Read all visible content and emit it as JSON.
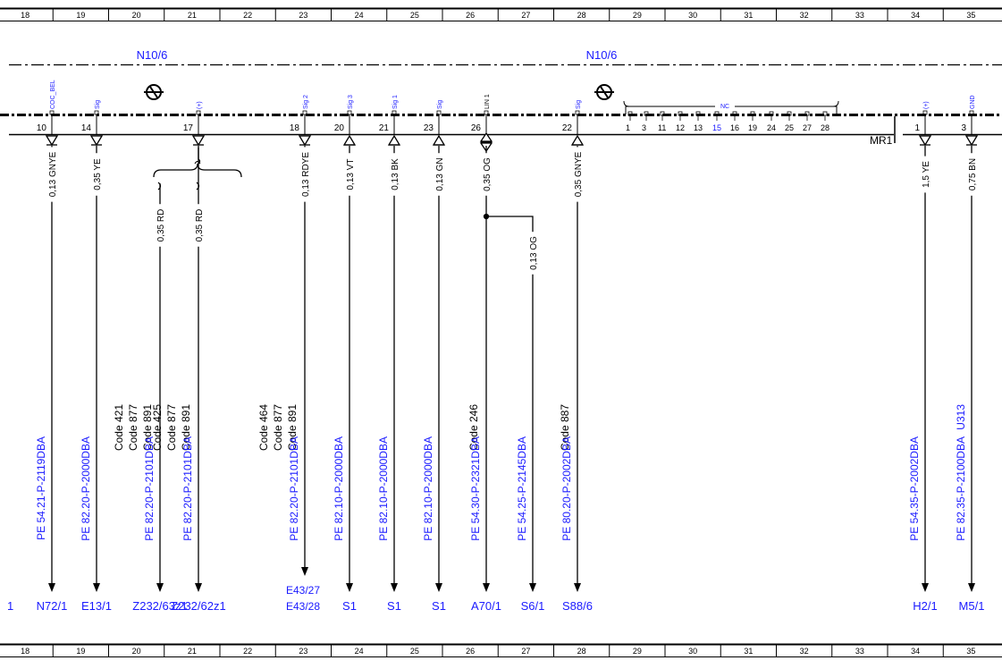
{
  "grid": {
    "columns": [
      "18",
      "19",
      "20",
      "21",
      "22",
      "23",
      "24",
      "25",
      "26",
      "27",
      "28",
      "29",
      "30",
      "31",
      "32",
      "33",
      "34",
      "35"
    ]
  },
  "connector": {
    "left_label": "N10/6",
    "right_label": "N10/6",
    "edge_mark": "MR1",
    "nc_label": "NC",
    "nc_pins": [
      "1",
      "3",
      "11",
      "12",
      "13",
      "15",
      "16",
      "19",
      "24",
      "25",
      "27",
      "28"
    ],
    "nc_highlight": "15"
  },
  "wires": [
    {
      "pin": "10",
      "signal": "COC_BEL",
      "signal_color": "blue",
      "dir": "in",
      "spec": "0,13 GNYE",
      "codes": [],
      "ref": "PE 54.21-P-2119DBA",
      "dest": [
        "N72/1"
      ]
    },
    {
      "pin": "14",
      "signal": "Sig",
      "signal_color": "blue",
      "dir": "in",
      "spec": "0,35 YE",
      "codes": [],
      "ref": "PE 82.20-P-2000DBA",
      "dest": [
        "E13/1"
      ]
    },
    {
      "pin": "",
      "signal": "",
      "signal_color": "blue",
      "dir": "none",
      "spec": "0,35 RD",
      "codes": [
        "Code 421",
        "Code 877",
        "Code 891"
      ],
      "ref": "PE 82.20-P-2101DBA",
      "dest": [
        "Z232/63z1"
      ]
    },
    {
      "pin": "17",
      "signal": "(+)",
      "signal_color": "blue",
      "dir": "in",
      "spec": "0,35 RD",
      "codes": [
        "Code 425",
        "Code 877",
        "Code 891"
      ],
      "ref": "PE 82.20-P-2101DBA",
      "dest": [
        "Z232/62z1"
      ]
    },
    {
      "pin": "18",
      "signal": "Sig 2",
      "signal_color": "blue",
      "dir": "in",
      "spec": "0,13 RDYE",
      "codes": [
        "Code 464",
        "Code 877",
        "Code 891"
      ],
      "ref": "PE 82.20-P-2101DBA",
      "dest": [
        "E43/27",
        "E43/28"
      ]
    },
    {
      "pin": "20",
      "signal": "Sig 3",
      "signal_color": "blue",
      "dir": "out",
      "spec": "0,13 VT",
      "codes": [],
      "ref": "PE 82.10-P-2000DBA",
      "dest": [
        "S1"
      ]
    },
    {
      "pin": "21",
      "signal": "Sig 1",
      "signal_color": "blue",
      "dir": "out",
      "spec": "0,13 BK",
      "codes": [],
      "ref": "PE 82.10-P-2000DBA",
      "dest": [
        "S1"
      ]
    },
    {
      "pin": "23",
      "signal": "Sig",
      "signal_color": "blue",
      "dir": "out",
      "spec": "0,13 GN",
      "codes": [],
      "ref": "PE 82.10-P-2000DBA",
      "dest": [
        "S1"
      ]
    },
    {
      "pin": "26",
      "signal": "LIN 1",
      "signal_color": "black",
      "dir": "both",
      "spec": "0,35 OG",
      "codes": [
        "Code 246"
      ],
      "ref": "PE 54.30-P-2321DBA",
      "dest": [
        "A70/1"
      ]
    },
    {
      "pin": "",
      "signal": "",
      "signal_color": "black",
      "dir": "none",
      "spec": "0,13 OG",
      "codes": [],
      "ref": "PE 54.25-P-2145DBA",
      "dest": [
        "S6/1"
      ]
    },
    {
      "pin": "22",
      "signal": "Sig",
      "signal_color": "blue",
      "dir": "out",
      "spec": "0,35 GNYE",
      "codes": [
        "Code 887"
      ],
      "ref": "PE 80.20-P-2002DBA",
      "dest": [
        "S88/6"
      ]
    },
    {
      "pin": "1",
      "signal": "(+)",
      "signal_color": "blue",
      "dir": "in",
      "spec": "1,5 YE",
      "codes": [],
      "ref": "PE 54.35-P-2002DBA",
      "dest": [
        "H2/1"
      ]
    },
    {
      "pin": "3",
      "signal": "GND",
      "signal_color": "blue",
      "dir": "in",
      "spec": "0,75 BN",
      "codes": [
        "U313"
      ],
      "ref": "PE 82.35-P-2100DBA",
      "dest": [
        "M5/1"
      ]
    }
  ],
  "extra": {
    "lin_branch_spec": "0,13 OG",
    "left_dest_fragment": "1"
  },
  "colors": {
    "line": "#000000",
    "blue": "#1a1aff"
  }
}
